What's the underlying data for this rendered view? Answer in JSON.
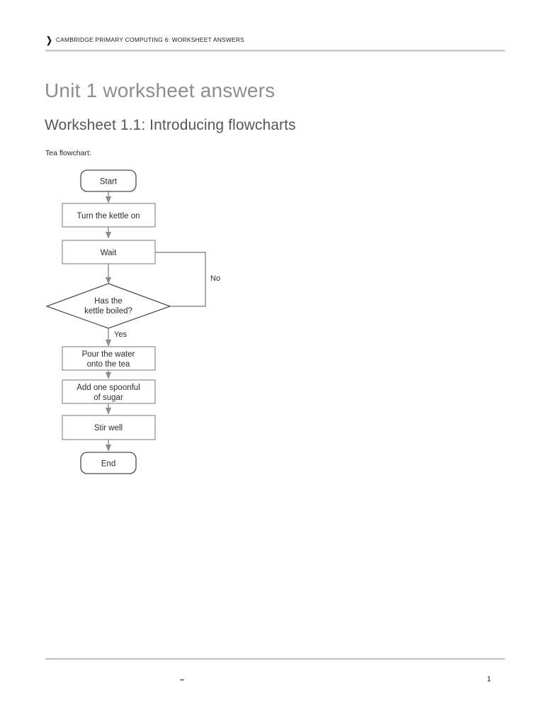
{
  "header": {
    "chevron_icon": "chevron-right-icon",
    "text": "CAMBRIDGE PRIMARY COMPUTING 6: WORKSHEET ANSWERS"
  },
  "document": {
    "title": "Unit 1 worksheet answers",
    "section_title": "Worksheet 1.1: Introducing flowcharts",
    "intro": "Tea flowchart:"
  },
  "flowchart": {
    "nodes": {
      "start": "Start",
      "kettle_on": "Turn the kettle on",
      "wait": "Wait",
      "decision_line1": "Has the",
      "decision_line2": "kettle boiled?",
      "pour_line1": "Pour the water",
      "pour_line2": "onto the tea",
      "sugar_line1": "Add one spoonful",
      "sugar_line2": "of sugar",
      "stir": "Stir well",
      "end": "End"
    },
    "branches": {
      "yes": "Yes",
      "no": "No"
    },
    "colors": {
      "stroke": "#8c8c8c",
      "terminator_stroke": "#4a4a4a",
      "arrow": "#8c8c8c",
      "text": "#2b2b2b"
    }
  },
  "footer": {
    "dash": "–",
    "page_number": "1"
  }
}
